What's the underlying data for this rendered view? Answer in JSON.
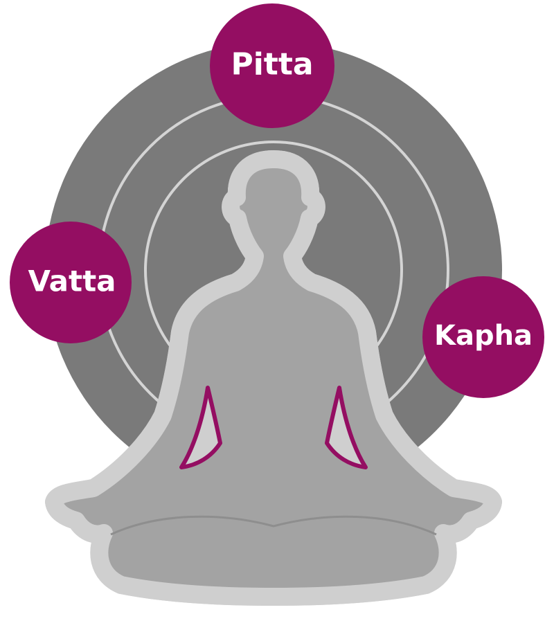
{
  "colors": {
    "background": "#ffffff",
    "halo_outer": "#7a7a7a",
    "halo_rings": "#d4d4d4",
    "figure_fill": "#a3a3a3",
    "figure_glow": "#cfcfcf",
    "figure_outline": "#940e62",
    "dosha_circle": "#940e62",
    "dosha_text": "#ffffff"
  },
  "doshas": [
    {
      "id": "pitta",
      "label": "Pitta"
    },
    {
      "id": "vatta",
      "label": "Vatta"
    },
    {
      "id": "kapha",
      "label": "Kapha"
    }
  ]
}
